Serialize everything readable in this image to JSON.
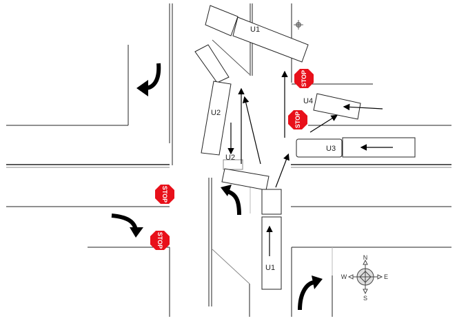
{
  "vehicles": {
    "u1_final": "U1",
    "u1_initial": "U1",
    "u2_final": "U2",
    "u2_initial": "U2",
    "u3": "U3",
    "u4": "U4"
  },
  "signs": {
    "stop_1": "STOP",
    "stop_2": "STOP",
    "stop_3": "STOP",
    "stop_4": "STOP"
  },
  "compass": {
    "north": "N",
    "south": "S",
    "east": "E",
    "west": "W"
  },
  "colors": {
    "stop": "#e8101a",
    "road": "#222222",
    "curb_grey": "#bbbbbb"
  }
}
